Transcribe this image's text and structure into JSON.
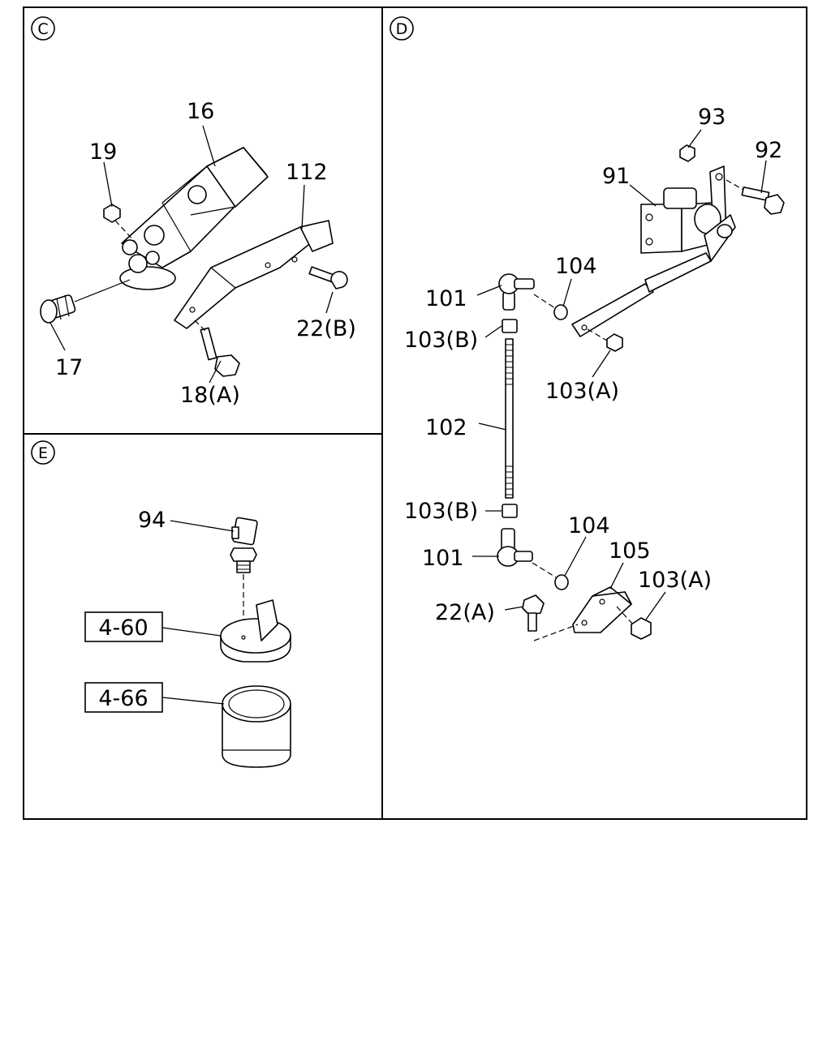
{
  "sections": {
    "c": {
      "marker": "C"
    },
    "d": {
      "marker": "D"
    },
    "e": {
      "marker": "E"
    }
  },
  "labels": {
    "c": {
      "p16": "16",
      "p19": "19",
      "p112": "112",
      "p17": "17",
      "p22b": "22(B)",
      "p18a": "18(A)"
    },
    "d": {
      "p93": "93",
      "p92": "92",
      "p91": "91",
      "p104_top": "104",
      "p101_top": "101",
      "p103b_top": "103(B)",
      "p103a_mid": "103(A)",
      "p102": "102",
      "p103b_bot": "103(B)",
      "p104_bot": "104",
      "p105": "105",
      "p101_bot": "101",
      "p103a_bot": "103(A)",
      "p22a": "22(A)"
    },
    "e": {
      "p94": "94",
      "ref460": "4-60",
      "ref466": "4-66"
    }
  }
}
